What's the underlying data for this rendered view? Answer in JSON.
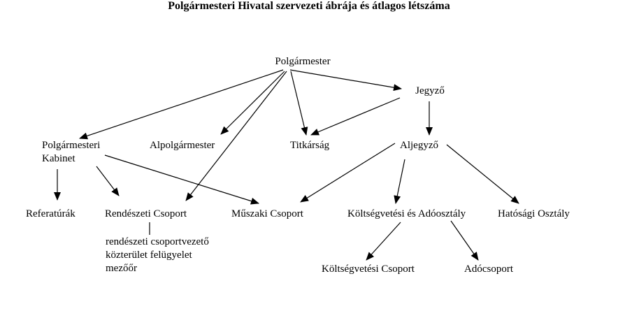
{
  "title": "Polgármesteri Hivatal szervezeti ábrája és átlagos létszáma",
  "nodes": {
    "polgarmester": "Polgármester",
    "jegyzo": "Jegyző",
    "kabinet_line1": "Polgármesteri",
    "kabinet_line2": "Kabinet",
    "alpolgarmester": "Alpolgármester",
    "titkarsag": "Titkárság",
    "aljegyzo": "Aljegyző",
    "referaturak": "Referatúrák",
    "rendeszeti": "Rendészeti Csoport",
    "muszaki": "Műszaki Csoport",
    "koltsegvetesi_ado": "Költségvetési és Adóosztály",
    "hatosagi": "Hatósági Osztály",
    "koltsegvetesi_csoport": "Költségvetési Csoport",
    "adocsoport": "Adócsoport"
  },
  "rendeszeti_members": [
    "rendészeti csoportvezető",
    "közterület felügyelet",
    "mezőőr"
  ],
  "colors": {
    "line": "#000000",
    "background": "#ffffff"
  }
}
